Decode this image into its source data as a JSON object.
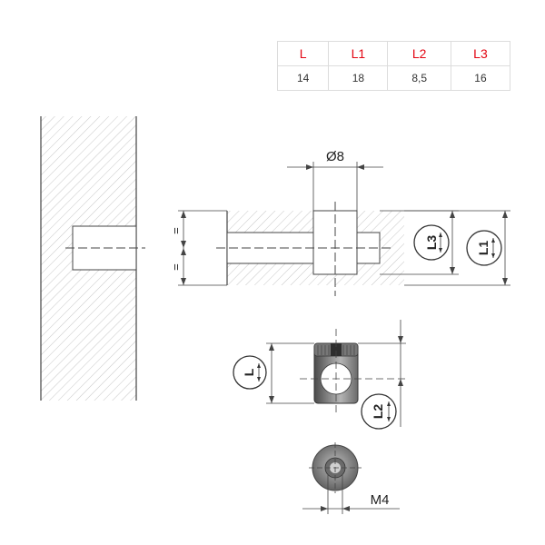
{
  "table": {
    "headers": [
      "L",
      "L1",
      "L2",
      "L3"
    ],
    "values": [
      "14",
      "18",
      "8,5",
      "16"
    ],
    "header_color": "#e30613"
  },
  "labels": {
    "diameter": "Ø8",
    "l": "L",
    "l1": "L1",
    "l2": "L2",
    "l3": "L3",
    "thread": "M4",
    "equal_mark": "="
  }
}
